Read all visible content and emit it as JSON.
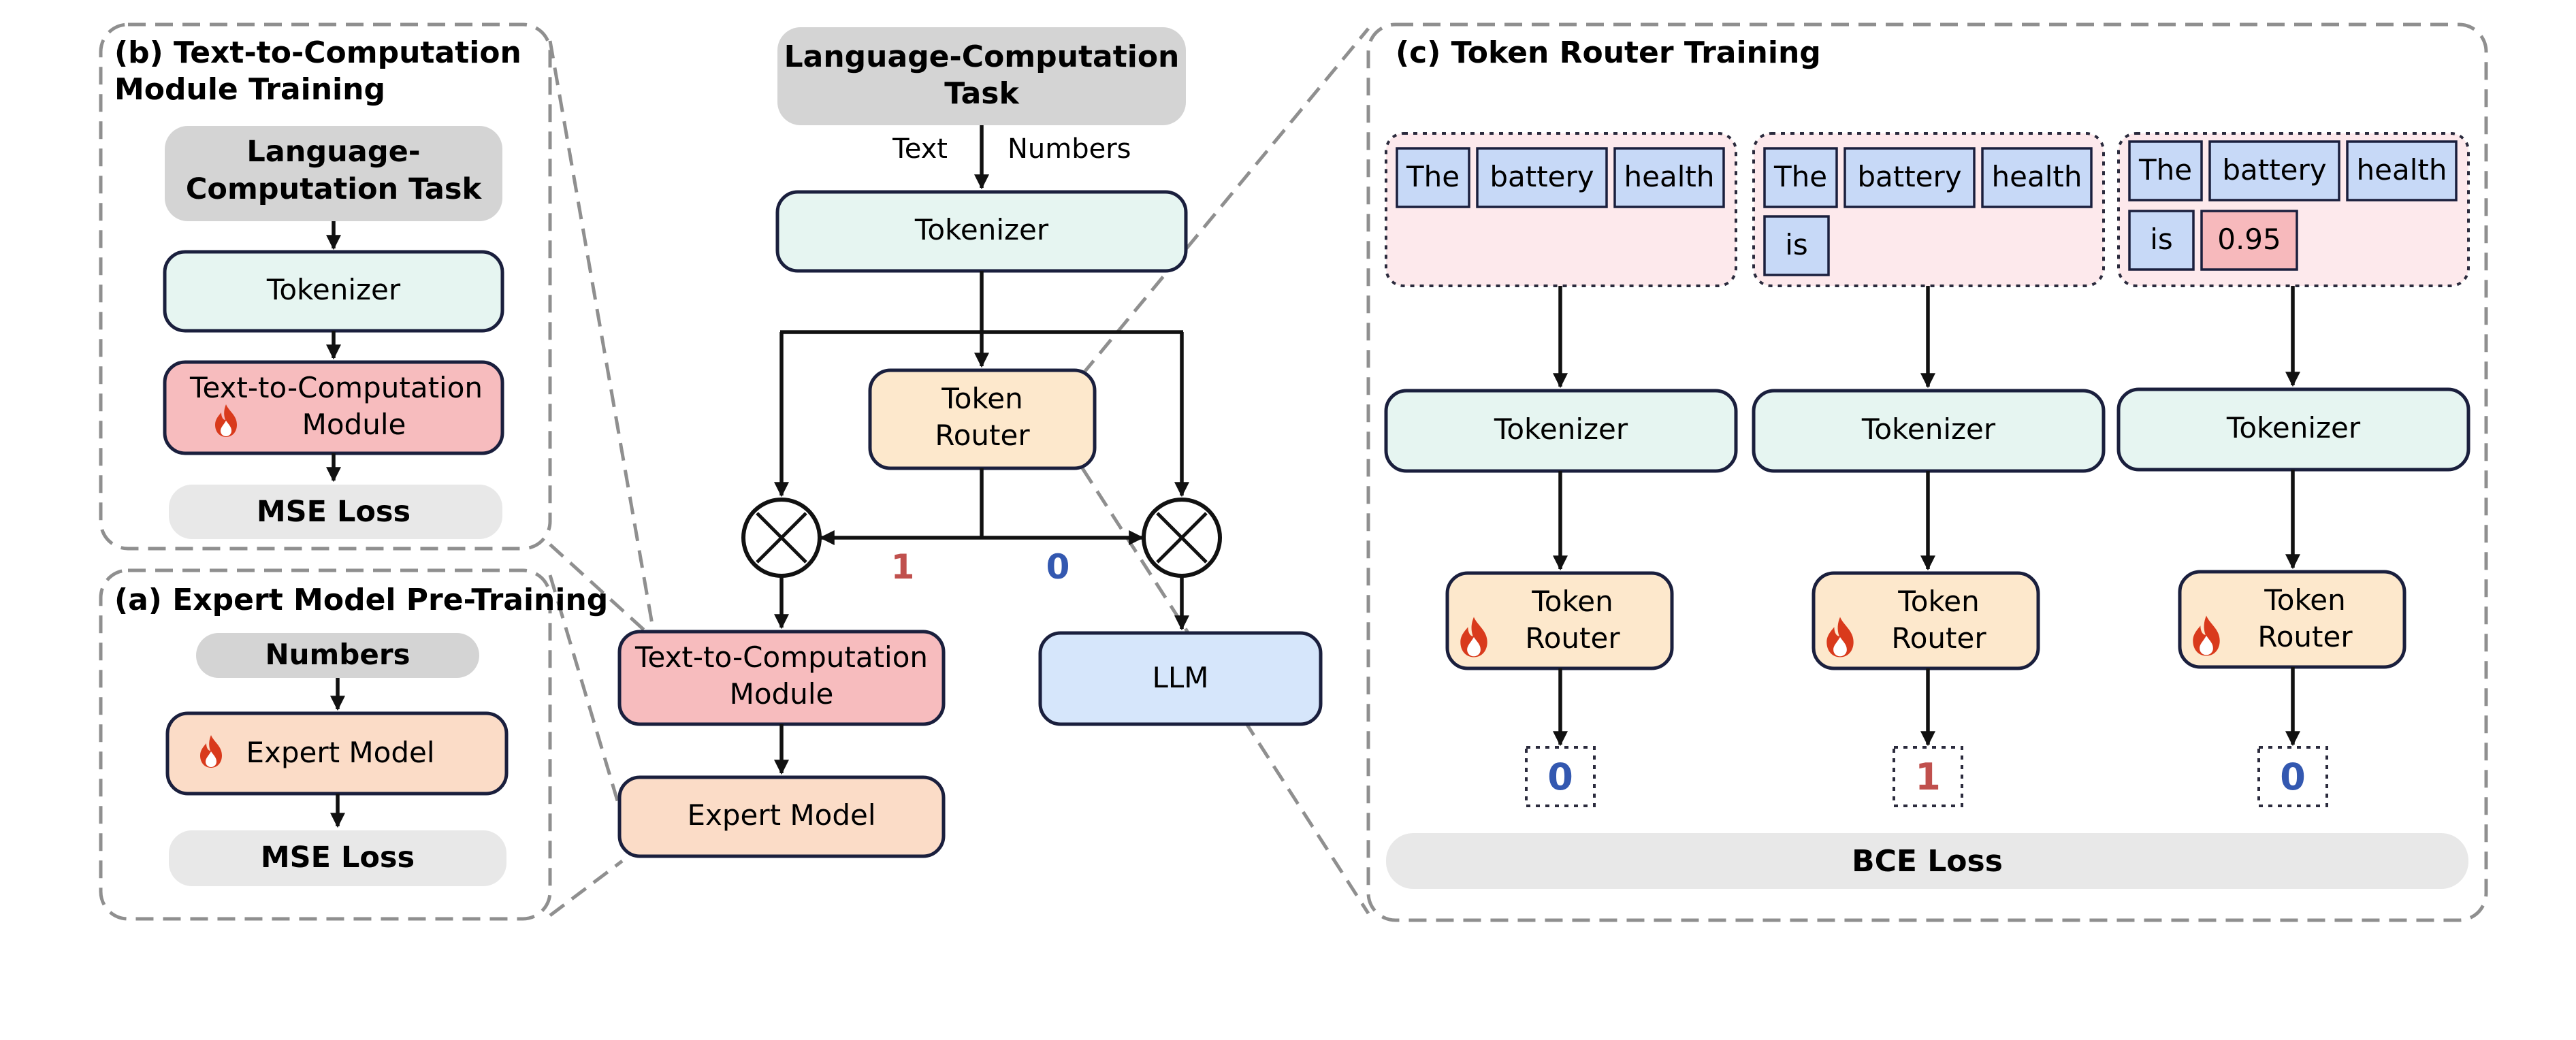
{
  "colors": {
    "tokenizer_fill": "#e6f5f1",
    "router_fill": "#fde8cc",
    "ttc_fill": "#f7bcbe",
    "expert_fill": "#fbdcc7",
    "llm_fill": "#d6e6fb",
    "task_fill": "#d4d4d4",
    "loss_fill": "#e8e8e8",
    "flag_one": "#c0504d",
    "flag_zero": "#3358b0",
    "fire": "#d93a1c"
  },
  "panel_b": {
    "title_line1": "(b) Text-to-Computation",
    "title_line2": "Module Training",
    "task_line1": "Language-",
    "task_line2": "Computation Task",
    "tokenizer": "Tokenizer",
    "module_line1": "Text-to-Computation",
    "module_line2": "Module",
    "loss": "MSE Loss",
    "fire_icon": "fire-icon"
  },
  "panel_a": {
    "title": "(a) Expert Model Pre-Training",
    "input": "Numbers",
    "model": "Expert Model",
    "loss": "MSE Loss",
    "fire_icon": "fire-icon"
  },
  "center": {
    "task_line1": "Language-Computation",
    "task_line2": "Task",
    "text_label": "Text",
    "numbers_label": "Numbers",
    "tokenizer": "Tokenizer",
    "router_line1": "Token",
    "router_line2": "Router",
    "flag_one": "1",
    "flag_zero": "0",
    "module_line1": "Text-to-Computation",
    "module_line2": "Module",
    "expert": "Expert Model",
    "llm": "LLM"
  },
  "panel_c": {
    "title": "(c) Token Router Training",
    "columns": [
      {
        "tokens": [
          "The",
          "battery",
          "health"
        ],
        "tokenizer": "Tokenizer",
        "router_line1": "Token",
        "router_line2": "Router",
        "label": "0"
      },
      {
        "tokens": [
          "The",
          "battery",
          "health",
          "is"
        ],
        "tokenizer": "Tokenizer",
        "router_line1": "Token",
        "router_line2": "Router",
        "label": "1"
      },
      {
        "tokens": [
          "The",
          "battery",
          "health",
          "is",
          "0.95"
        ],
        "tokenizer": "Tokenizer",
        "router_line1": "Token",
        "router_line2": "Router",
        "label": "0"
      }
    ],
    "loss": "BCE Loss"
  }
}
